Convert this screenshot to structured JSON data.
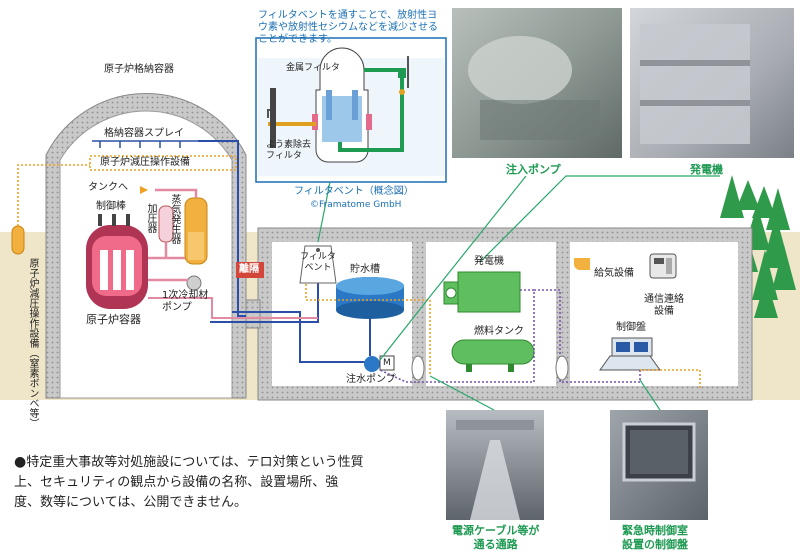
{
  "labels": {
    "containment_vessel": "原子炉格納容器",
    "containment_spray": "格納容器スプレイ",
    "depressurization_panel": "原子炉減圧操作設備",
    "to_tank": "タンクへ",
    "control_rods": "制御棒",
    "pressurizer": "加圧器",
    "steam_generator": "蒸気発生器",
    "coolant_pump": "1次冷却材\nポンプ",
    "reactor_vessel": "原子炉容器",
    "nitrogen_cylinder": "原子炉減圧操作設備（窒素ボンベ等）",
    "separation": "離隔",
    "filter_vent_box": "フィルタベント",
    "water_tank": "貯水槽",
    "injection_pump_small": "注水ポンプ",
    "motor": "M",
    "generator_small": "発電機",
    "fuel_tank": "燃料タンク",
    "air_supply": "給気設備",
    "comm_equipment": "通信連絡\n設備",
    "control_panel": "制御盤"
  },
  "filter_detail": {
    "callout": "フィルタベントを通すことで、放射性ヨウ素や放射性セシウムなどを減少させることができます。",
    "metal_filter": "金属フィルタ",
    "iodine_filter": "よう素除去\nフィルタ",
    "caption": "フィルタベント（概念図）",
    "credit": "©Framatome GmbH"
  },
  "photo_labels": {
    "injection_pump": "注入ポンプ",
    "generator": "発電機",
    "cable_passage": "電源ケーブル等が\n通る通路",
    "control_panel_photo": "緊急時制御室\n設置の制御盤"
  },
  "note": {
    "bullet": "●",
    "text": "特定重大事故等対処施設については、テロ対策という性質上、セキュリティの観点から設備の名称、設置場所、強度、数等については、公開できません。"
  },
  "colors": {
    "title_green": "#1f9a53",
    "callout_blue": "#1a6fb5",
    "pipe_blue": "#2b4fa8",
    "pipe_pink": "#e38aa3",
    "dotted_orange": "#f0a020",
    "dotted_purple": "#7a55b0",
    "leader_green": "#2aa86b",
    "ground": "#efe5c8",
    "wall_gray": "#b8b8b8"
  }
}
